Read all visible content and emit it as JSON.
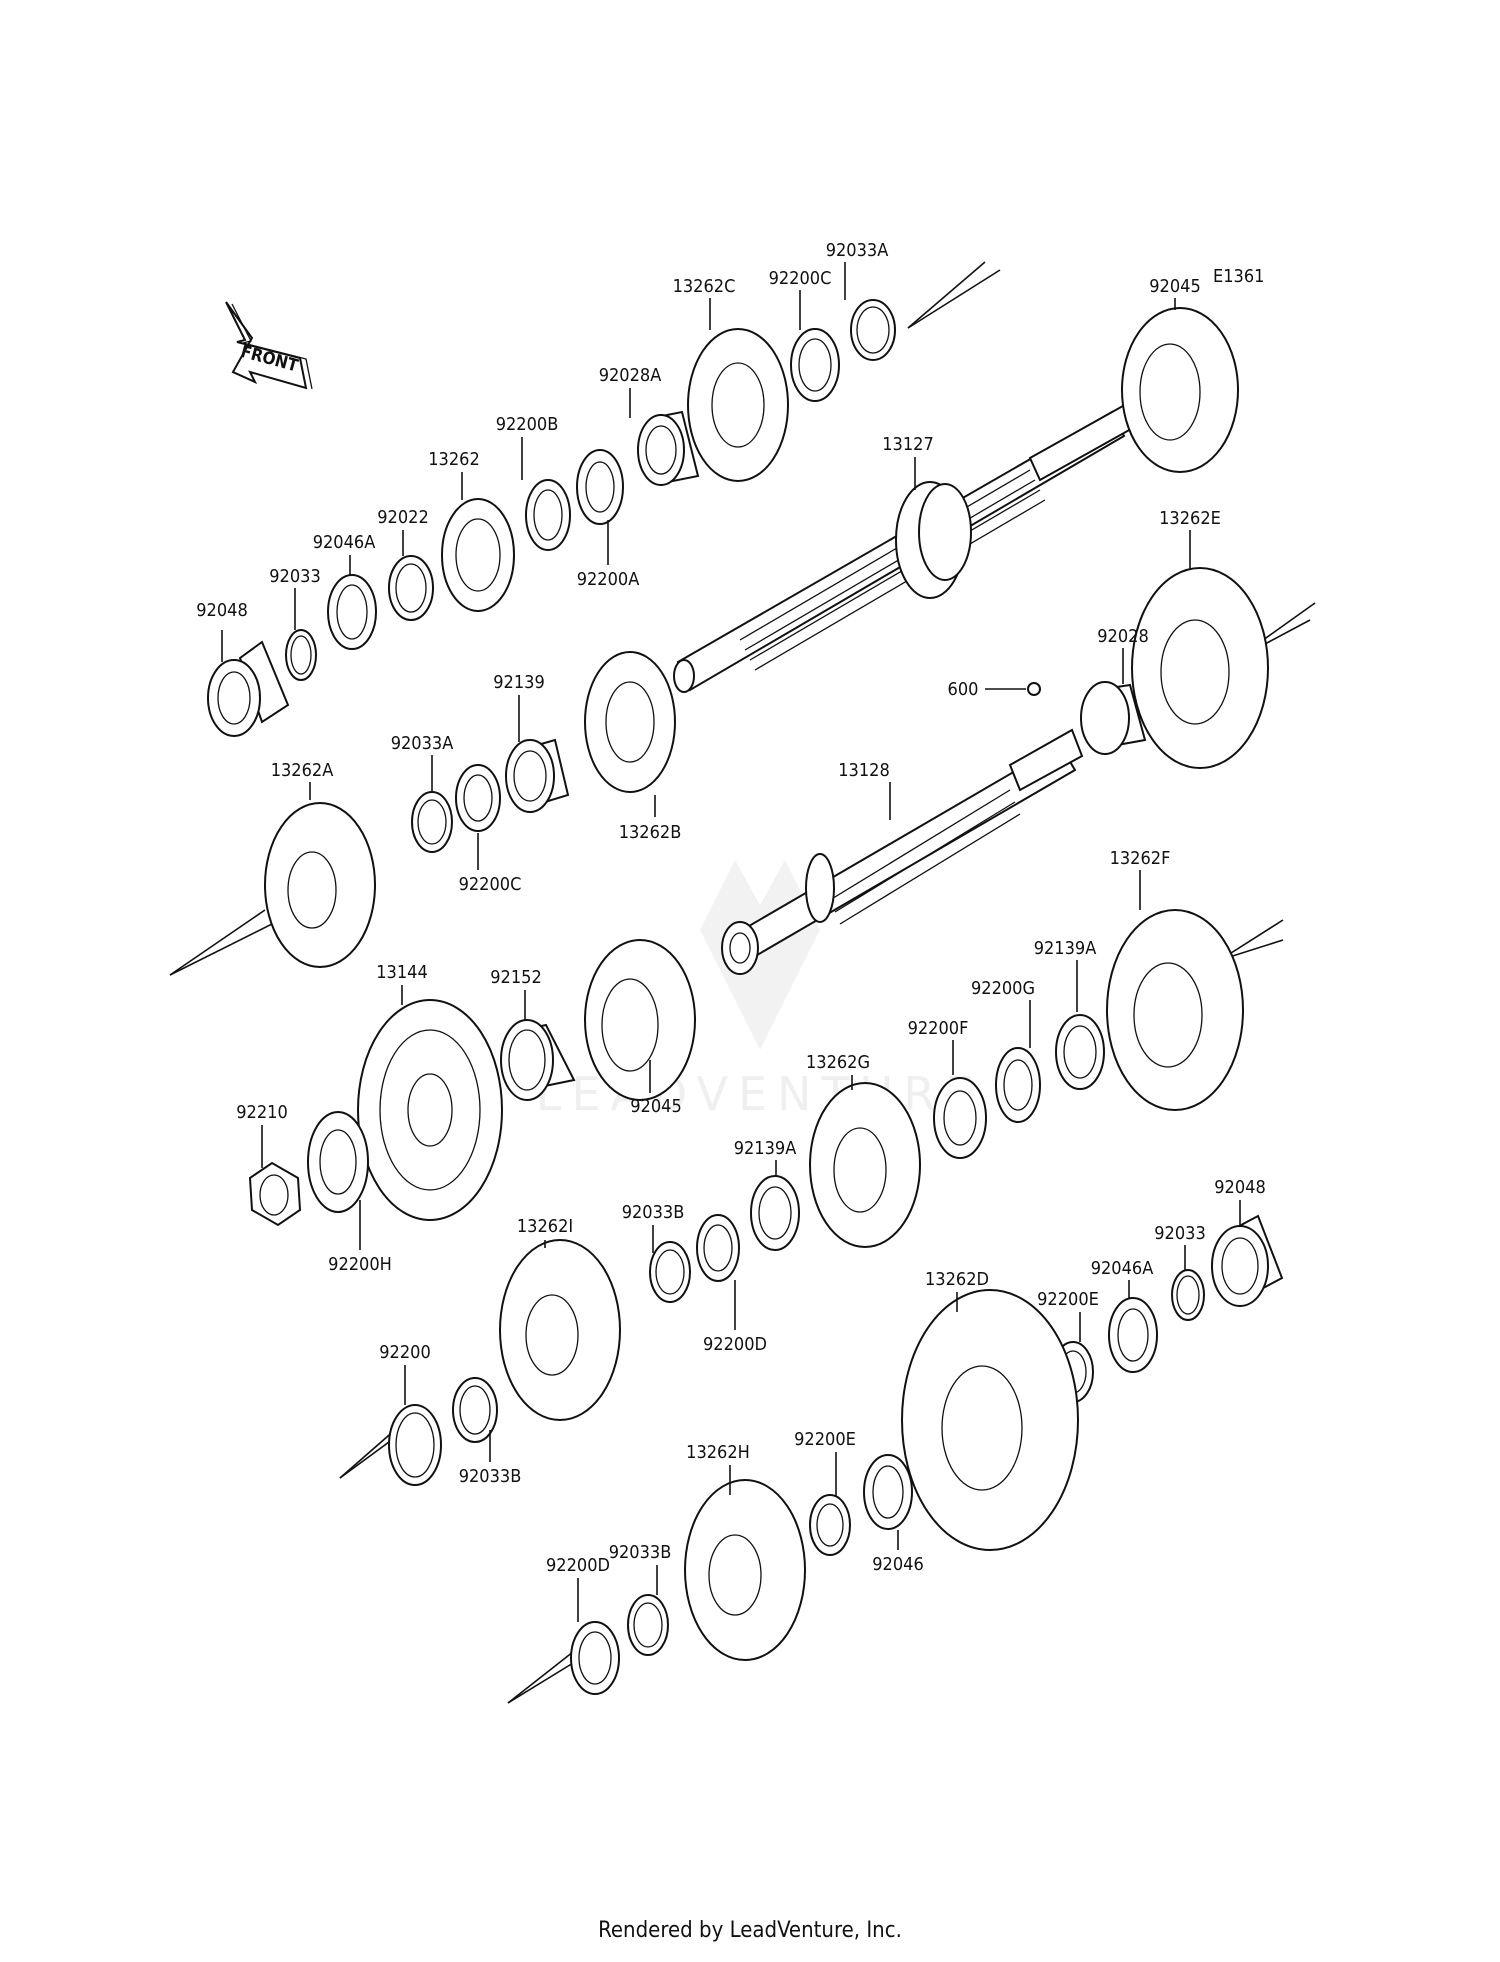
{
  "diagram_code": "E1361",
  "direction_label": "FRONT",
  "watermark_text": "LEADVENTURE",
  "footer": "Rendered by LeadVenture, Inc.",
  "labels": {
    "p92048_a": "92048",
    "p92033_a": "92033",
    "p92046A_a": "92046A",
    "p92022": "92022",
    "p13262": "13262",
    "p92200B": "92200B",
    "p92200A": "92200A",
    "p92028A": "92028A",
    "p13262C": "13262C",
    "p92200C_a": "92200C",
    "p92033A_a": "92033A",
    "p92045_a": "92045",
    "p13127": "13127",
    "p13262E": "13262E",
    "p92028": "92028",
    "p600": "600",
    "p92139": "92139",
    "p13262B": "13262B",
    "p92033A_b": "92033A",
    "p92200C_b": "92200C",
    "p13262A": "13262A",
    "p13128": "13128",
    "p13262F": "13262F",
    "p92139A_a": "92139A",
    "p92200G": "92200G",
    "p92200F": "92200F",
    "p13262G": "13262G",
    "p92139A_b": "92139A",
    "p13144": "13144",
    "p92152": "92152",
    "p92045_b": "92045",
    "p92210": "92210",
    "p92200H": "92200H",
    "p92033B_a": "92033B",
    "p92200D_a": "92200D",
    "p13262I": "13262I",
    "p92048_b": "92048",
    "p92033_b": "92033",
    "p92046A_b": "92046A",
    "p92200E_a": "92200E",
    "p13262D": "13262D",
    "p92200": "92200",
    "p92033B_b": "92033B",
    "p13262H": "13262H",
    "p92200E_b": "92200E",
    "p92046": "92046",
    "p92033B_c": "92033B",
    "p92200D_b": "92200D"
  }
}
